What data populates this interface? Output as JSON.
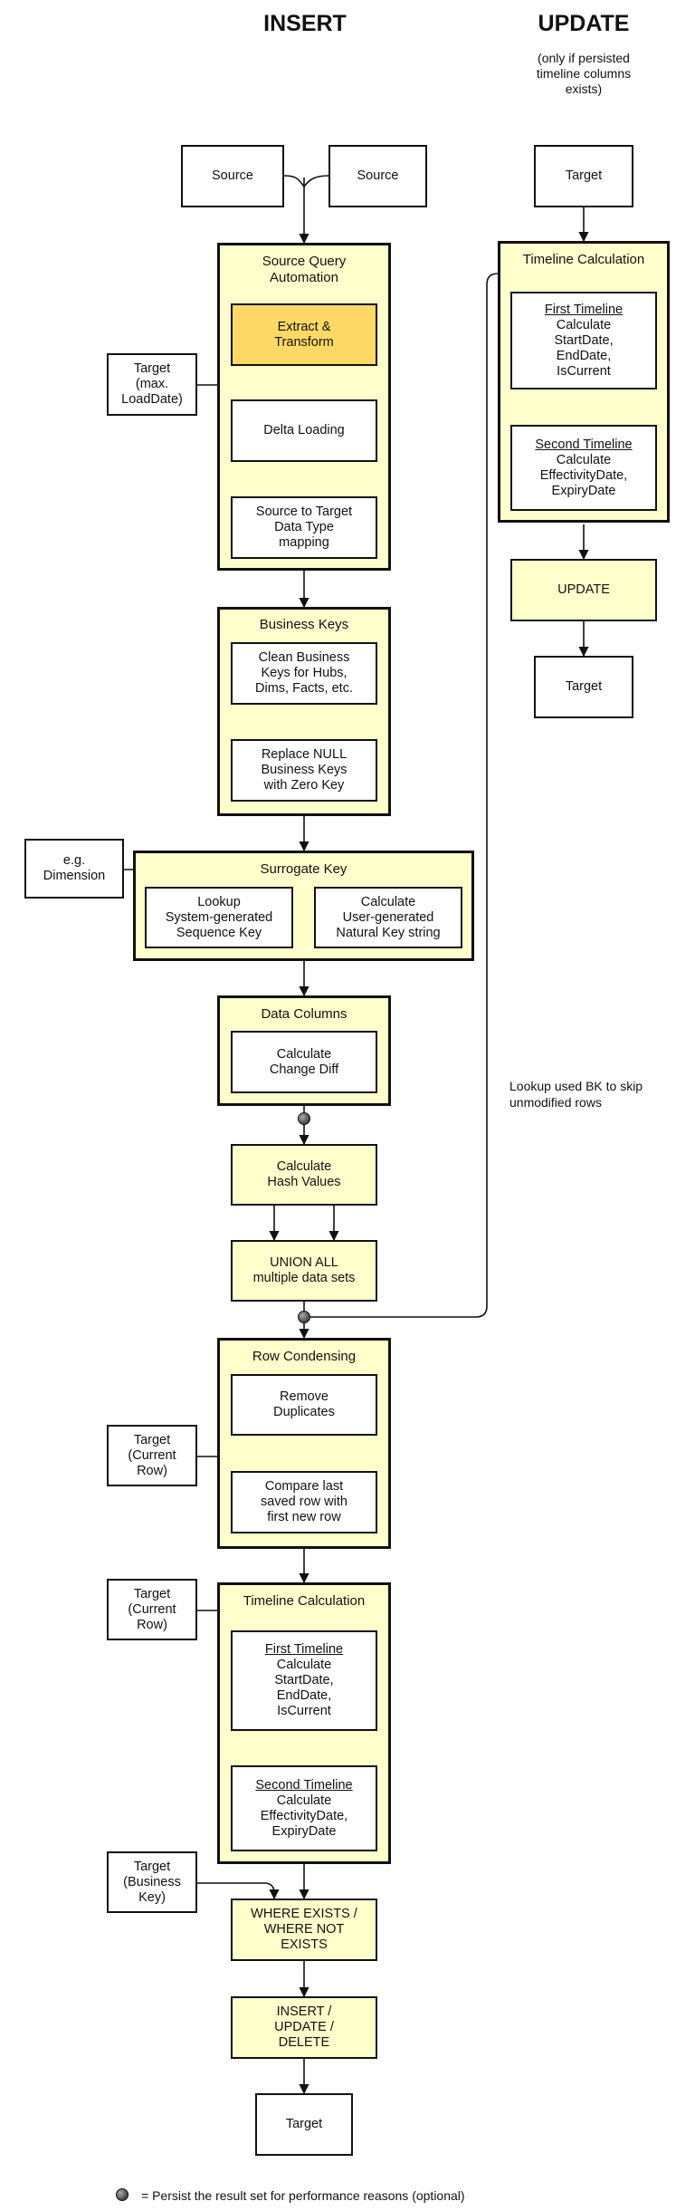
{
  "headers": {
    "insert": "INSERT",
    "update": "UPDATE",
    "update_note": "(only if persisted\ntimeline columns\nexists)"
  },
  "insert": {
    "source_1": "Source",
    "source_2": "Source",
    "source_query": {
      "title": "Source Query\nAutomation",
      "extract": "Extract &\nTransform",
      "delta": "Delta Loading",
      "type_mapping": "Source to Target\nData Type\nmapping"
    },
    "target_max_loaddate": "Target\n(max.\nLoadDate)",
    "business_keys": {
      "title": "Business Keys",
      "clean": "Clean Business\nKeys for Hubs,\nDims, Facts, etc.",
      "replace_null": "Replace NULL\nBusiness Keys\nwith Zero Key"
    },
    "eg_dimension": "e.g.\nDimension",
    "surrogate_key": {
      "title": "Surrogate Key",
      "lookup": "Lookup\nSystem-generated\nSequence Key",
      "calculate": "Calculate\nUser-generated\nNatural Key string"
    },
    "data_columns": {
      "title": "Data Columns",
      "change_diff": "Calculate\nChange Diff"
    },
    "hash_values": "Calculate\nHash Values",
    "union_all": "UNION ALL\nmultiple data sets",
    "row_condensing": {
      "title": "Row Condensing",
      "remove_dup": "Remove\nDuplicates",
      "compare": "Compare last\nsaved row with\nfirst new row"
    },
    "target_current_row_1": "Target\n(Current\nRow)",
    "timeline": {
      "title": "Timeline Calculation",
      "first_title": "First Timeline",
      "first_body": "Calculate\nStartDate,\nEndDate,\nIsCurrent",
      "second_title": "Second Timeline",
      "second_body": "Calculate\nEffectivityDate,\nExpiryDate"
    },
    "target_current_row_2": "Target\n(Current\nRow)",
    "target_business_key": "Target\n(Business\nKey)",
    "where_exists": "WHERE EXISTS /\nWHERE NOT\nEXISTS",
    "iud": "INSERT /\nUPDATE /\nDELETE",
    "target_final": "Target"
  },
  "update": {
    "target_top": "Target",
    "timeline": {
      "title": "Timeline Calculation",
      "first_title": "First Timeline",
      "first_body": "Calculate\nStartDate,\nEndDate,\nIsCurrent",
      "second_title": "Second Timeline",
      "second_body": "Calculate\nEffectivityDate,\nExpiryDate"
    },
    "update_box": "UPDATE",
    "target_bottom": "Target"
  },
  "lookup_note": "Lookup used BK to skip\nunmodified rows",
  "legend": "= Persist the result set for performance reasons (optional)",
  "colors": {
    "group_fill": "#ffffcc",
    "highlight_fill": "#ffd966",
    "line": "#111111"
  }
}
